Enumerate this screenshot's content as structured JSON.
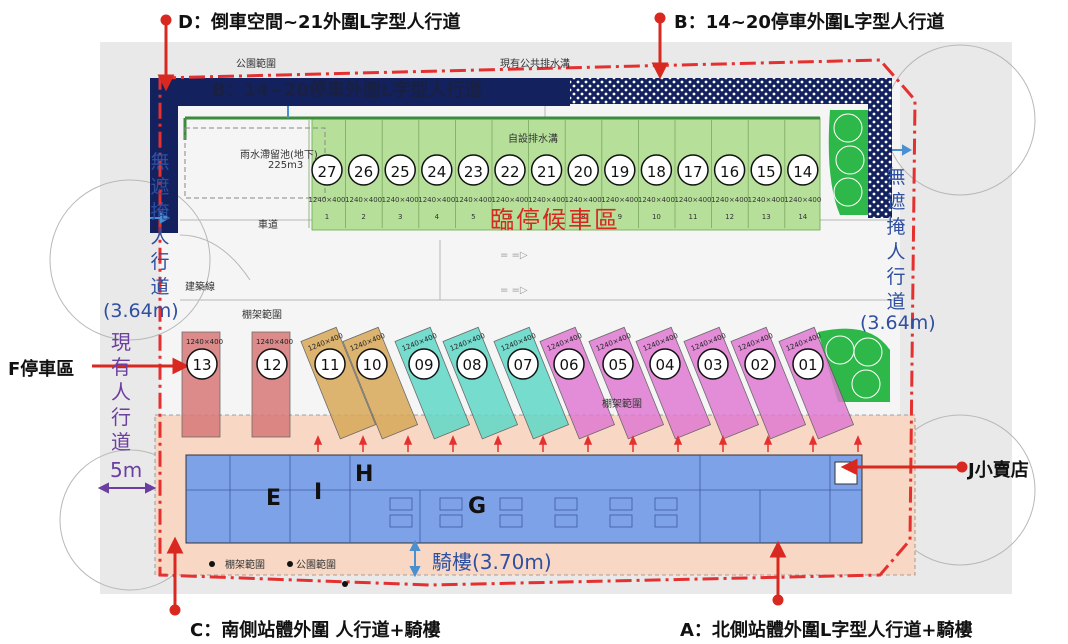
{
  "callouts": {
    "D": "D：倒車空間~21外圍L字型人行道",
    "B": "B：14~20停車外圍L字型人行道",
    "B_overlay": "B：14~20停車外圍L字型人行道",
    "C": "C：南側站體外圍 人行道+騎樓",
    "A": "A：北側站體外圍L字型人行道+騎樓",
    "F": "F停車區",
    "J": "J小賣店"
  },
  "sidewalks": {
    "left_blue_lines": [
      "無",
      "遮",
      "掩",
      "人",
      "行",
      "道"
    ],
    "left_blue_width": "(3.64m)",
    "right_blue_lines": [
      "無",
      "遮",
      "掩",
      "人",
      "行",
      "道"
    ],
    "right_blue_width": "(3.64m)",
    "left_purple_lines": [
      "現",
      "有",
      "人",
      "行",
      "道"
    ],
    "left_purple_width": "5m",
    "arcade": "騎樓(3.70m)"
  },
  "temporary_parking": {
    "title": "臨停候車區",
    "top_slots": [
      "27",
      "26",
      "25",
      "24",
      "23",
      "22",
      "21",
      "20",
      "19",
      "18",
      "17",
      "16",
      "15",
      "14"
    ],
    "slot_dimension": "1240×400",
    "slot_numbers": [
      "1",
      "2",
      "3",
      "4",
      "5",
      "6",
      "7",
      "8",
      "9",
      "10",
      "11",
      "12",
      "13",
      "14"
    ]
  },
  "bays": {
    "labels": [
      "13",
      "12",
      "11",
      "10",
      "09",
      "08",
      "07",
      "06",
      "05",
      "04",
      "03",
      "02",
      "01"
    ],
    "dimension": "1240×400"
  },
  "plan_labels": {
    "park_boundary_top": "公園範圍",
    "drainage_existing": "現有公共排水溝",
    "drainage_own": "自設排水溝",
    "detention_pond": "雨水滯留池(地下)",
    "detention_volume": "225m3",
    "lane": "車道",
    "building_line": "建築線",
    "canopy_range_left": "棚架範圍",
    "canopy_range_mid": "棚架範圍",
    "canopy_range_bottom": "棚架範圍",
    "park_boundary_bottom": "公園範圍",
    "arrow_text": "= =▷"
  },
  "zones": {
    "E": "E",
    "I": "I",
    "H": "H",
    "G": "G"
  },
  "colors": {
    "red_line": "#e53030",
    "navy_walk": "#13225e",
    "green_zone": "#b6e09a",
    "blue_station": "#7ea2e8",
    "salmon": "#f8d8c4",
    "pink_bay": "#e07ad2",
    "teal_bay": "#5fd8c8",
    "tan_bay": "#d8a858",
    "red_bay": "#d87878",
    "tree_green": "#2fb84a"
  }
}
